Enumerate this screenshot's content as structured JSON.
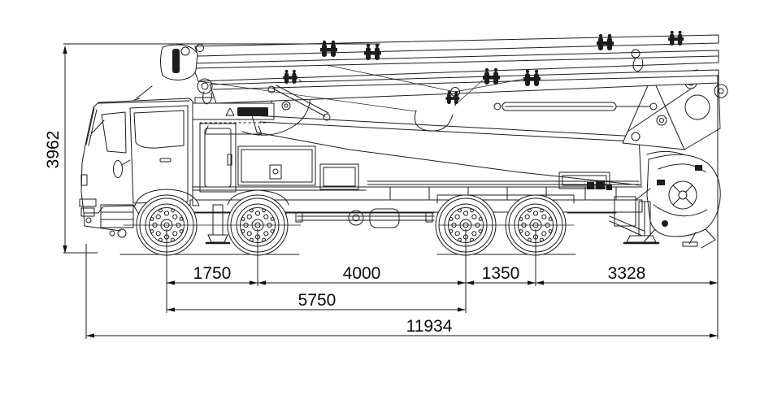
{
  "drawing": {
    "background": "#ffffff",
    "line_color": "#1c1c1c",
    "dimensions": {
      "overall_height": "3962",
      "axle1_to_axle2": "1750",
      "axle2_to_axle3": "4000",
      "axle3_to_axle4": "1350",
      "axle4_to_rear": "3328",
      "axle1_to_axle3": "5750",
      "overall_length": "11934"
    }
  }
}
